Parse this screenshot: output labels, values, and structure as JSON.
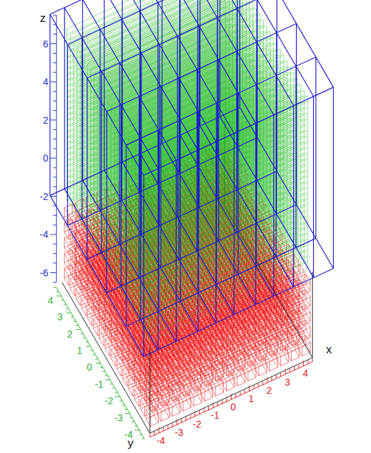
{
  "diagram": {
    "labels": [
      "z",
      "6",
      "4",
      "2",
      "0",
      "-2",
      "-4",
      "-6",
      "4",
      "3",
      "2",
      "1",
      "0",
      "-1",
      "-2",
      "-3",
      "-4",
      "y",
      "-4",
      "-3",
      "-2",
      "-1",
      "0",
      "1",
      "2",
      "3",
      "4",
      "x"
    ]
  }
}
